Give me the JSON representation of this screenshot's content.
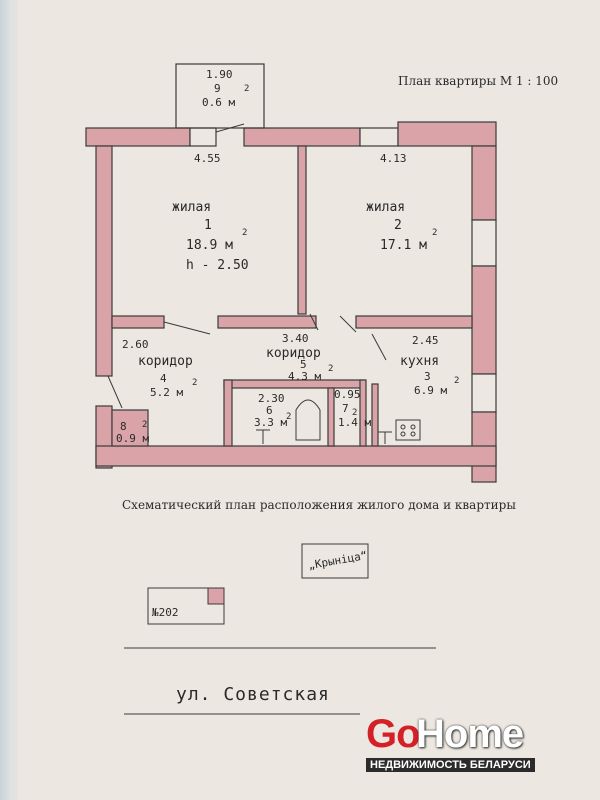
{
  "header": {
    "scale_title": "План квартиры  М 1 : 100"
  },
  "caption": "Схематический план расположения жилого дома и квартиры",
  "rooms": {
    "balcony": {
      "dim": "1.90",
      "num": "9",
      "area": "0.6 м",
      "sup": "2"
    },
    "room1": {
      "dim": "4.55",
      "name": "жилая",
      "num": "1",
      "area": "18.9 м",
      "sup": "2",
      "height": "h - 2.50"
    },
    "room2": {
      "dim": "4.13",
      "name": "жилая",
      "num": "2",
      "area": "17.1 м",
      "sup": "2"
    },
    "corridor4": {
      "dim": "2.60",
      "name": "коридор",
      "num": "4",
      "area": "5.2 м",
      "sup": "2"
    },
    "corridor5": {
      "dim": "3.40",
      "name": "коридор",
      "num": "5",
      "area": "4.3 м",
      "sup": "2"
    },
    "kitchen3": {
      "dim": "2.45",
      "name": "кухня",
      "num": "3",
      "area": "6.9 м",
      "sup": "2"
    },
    "room6": {
      "dim": "2.30",
      "num": "6",
      "area": "3.3 м",
      "sup": "2"
    },
    "room7": {
      "dim": "0.95",
      "num": "7",
      "area": "1.4 м",
      "sup": "2"
    },
    "room8": {
      "num": "8",
      "area": "0.9 м",
      "sup": "2"
    }
  },
  "site": {
    "building_name": "„Крыніца“",
    "house_number": "№202",
    "street": "ул. Советская"
  },
  "logo": {
    "go": "Go",
    "home": "Home",
    "subtitle": "НЕДВИЖИМОСТЬ БЕЛАРУСИ"
  },
  "colors": {
    "wall_fill": "#d9a3a8",
    "wall_stroke": "#3a3a3a",
    "paper": "#ece8e1"
  }
}
